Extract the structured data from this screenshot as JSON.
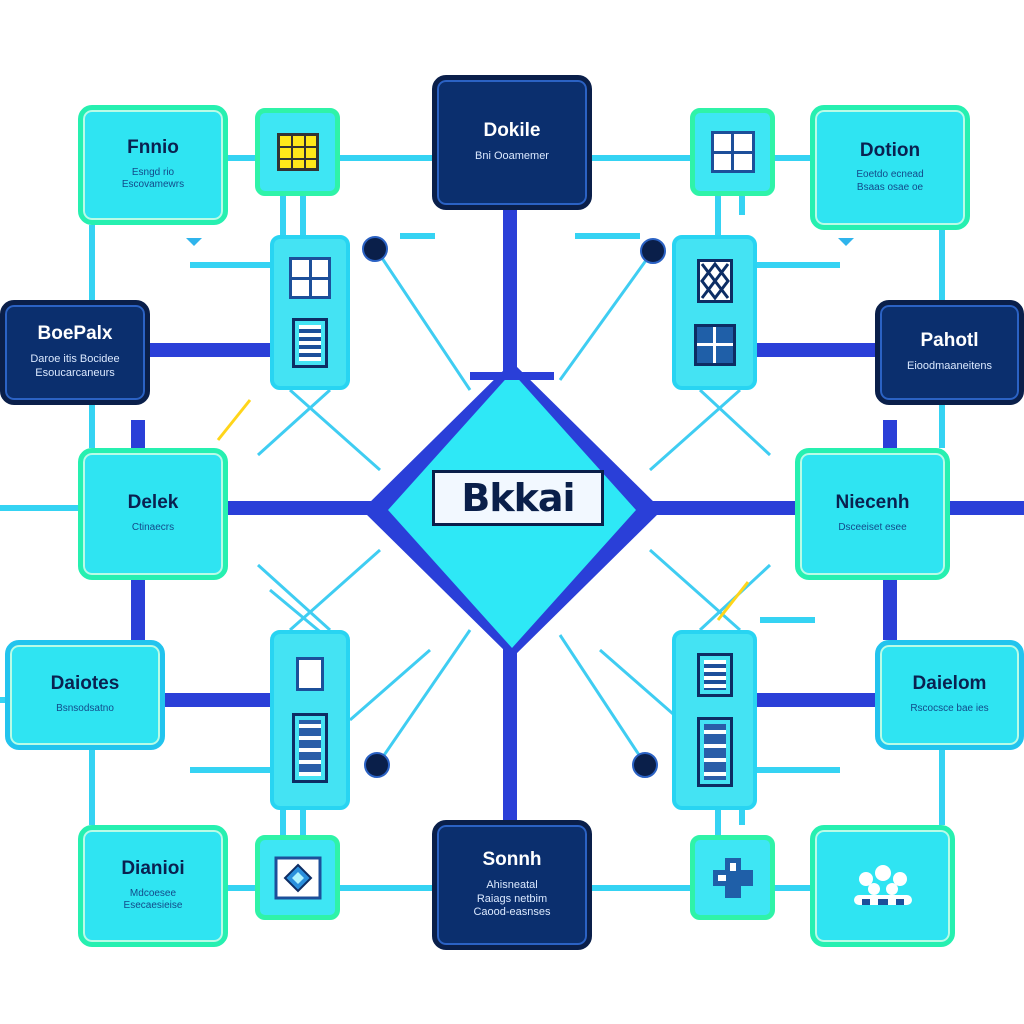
{
  "colors": {
    "primary_blue": "#2a3fd8",
    "light_cyan": "#2fe4f2",
    "green_border": "#26f0b0",
    "navy": "#0b2f6e",
    "accent_yellow": "#ffd51a"
  },
  "core": {
    "label": "Bkkai"
  },
  "nodes": {
    "top_left": {
      "title": "Fnnio",
      "sub": "Esngd rio\nEscovamewrs"
    },
    "top_center": {
      "title": "Dokile",
      "sub": "Bni  Ooamemer"
    },
    "top_right": {
      "title": "Dotion",
      "sub": "Eoetdo ecnead\nBsaas osae oe"
    },
    "mid_left_navy": {
      "title": "BoePalx",
      "sub": "Daroe itis  Bocidee\nEsoucarcaneurs"
    },
    "mid_right_navy": {
      "title": "Pahotl",
      "sub": "Eioodmaaneitens"
    },
    "center_left": {
      "title": "Delek",
      "sub": "Ctinaecrs"
    },
    "center_right": {
      "title": "Niecenh",
      "sub": "Dsceeiset esee"
    },
    "lower_left": {
      "title": "Daiotes",
      "sub": "Bsnsodsatno"
    },
    "lower_right": {
      "title": "Daielom",
      "sub": "Rscocsce bae ies"
    },
    "bottom_left": {
      "title": "Dianioi",
      "sub": "Mdcoesee\nEsecaesieise"
    },
    "bottom_center": {
      "title": "Sonnh",
      "sub": "Ahisneatal\nRaiags netbim\nCaood-easnses"
    }
  },
  "icons": [
    "yellow-grid-icon",
    "document-icon",
    "window-grid-icon",
    "list-icon",
    "crossed-box-icon",
    "filled-window-icon",
    "table-icon",
    "server-icon",
    "chip-icon",
    "puzzle-icon",
    "people-icon"
  ]
}
